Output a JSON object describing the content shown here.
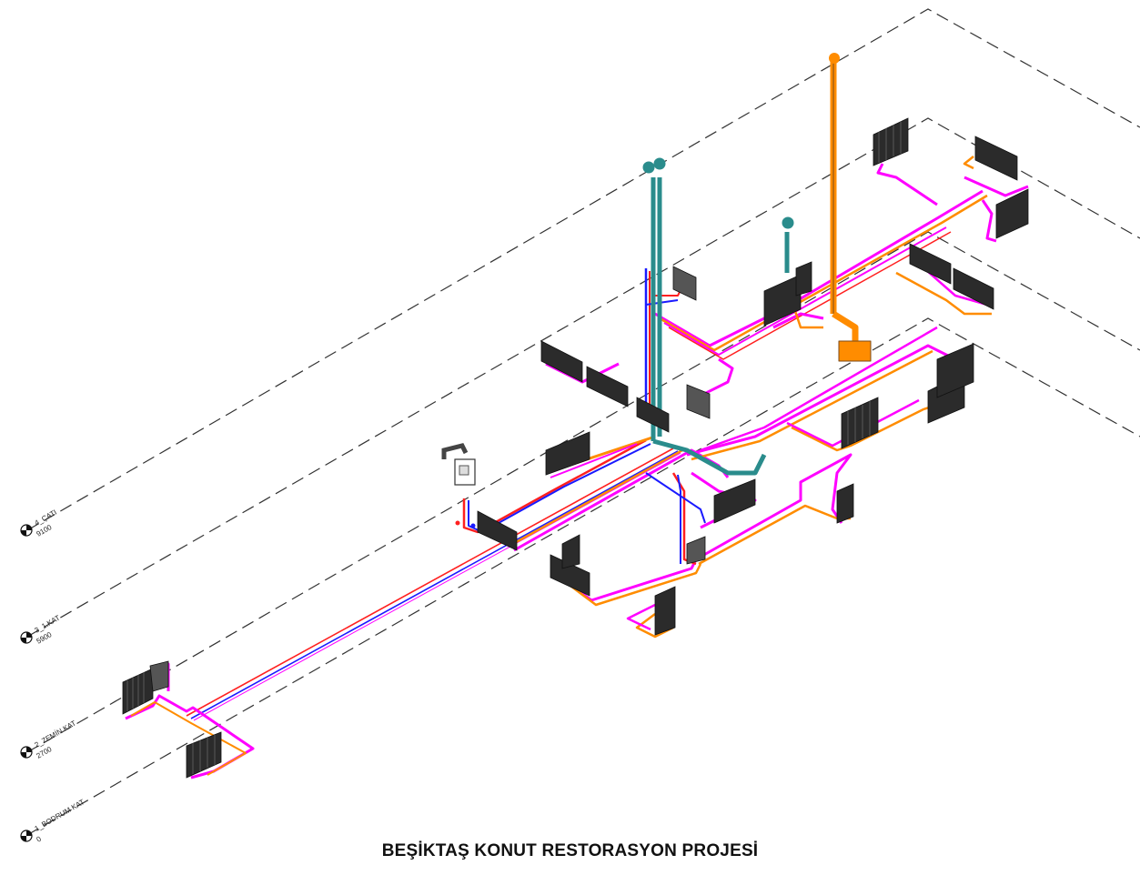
{
  "project_title": "BEŞİKTAŞ KONUT RESTORASYON PROJESİ",
  "levels": [
    {
      "name": "4_ÇATI",
      "elevation": "9100"
    },
    {
      "name": "3_1.KAT",
      "elevation": "5900"
    },
    {
      "name": "2_ZEMİN KAT",
      "elevation": "2700"
    },
    {
      "name": "1_BODRUM KAT",
      "elevation": "0"
    }
  ],
  "colors": {
    "supply": "#ff00ff",
    "return": "#ff8c00",
    "hot": "#ff2020",
    "cold": "#1a1aff",
    "teal": "#2a8c8c",
    "radiator": "#2b2b2b",
    "level_line": "#333333"
  },
  "icons": {
    "level_marker": "level-marker-icon",
    "radiator": "radiator-icon",
    "boiler": "combi-boiler-icon"
  }
}
